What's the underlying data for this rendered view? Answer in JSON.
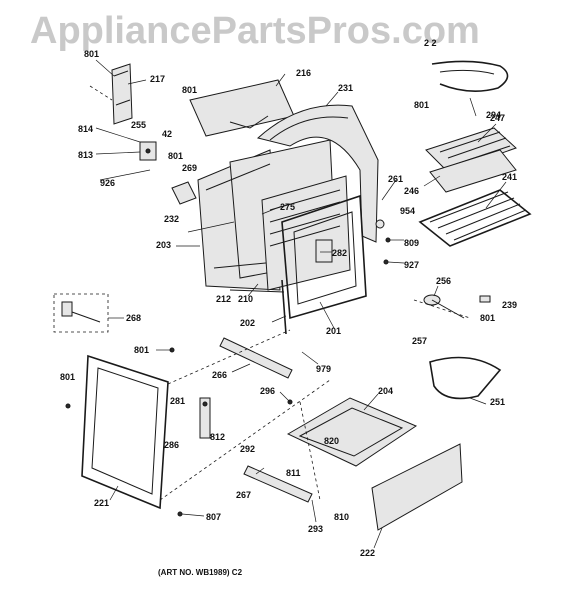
{
  "watermark": "AppliancePartsPros.com",
  "caption": "(ART NO. WB1989) C2",
  "callouts": {
    "c801a": "801",
    "c217": "217",
    "c216": "216",
    "c801b": "801",
    "c231": "231",
    "c814": "814",
    "c255": "255",
    "c42": "42",
    "c813": "813",
    "c801c": "801",
    "c926": "926",
    "c269": "269",
    "c232": "232",
    "c203": "203",
    "c275": "275",
    "c282": "282",
    "c212": "212",
    "c210": "210",
    "c202": "202",
    "c201": "201",
    "c22": "2 2",
    "c801d": "801",
    "c294": "294",
    "c247": "247",
    "c261": "261",
    "c246": "246",
    "c241": "241",
    "c954": "954",
    "c809": "809",
    "c927": "927",
    "c256": "256",
    "c239": "239",
    "c801e": "801",
    "c257": "257",
    "c251": "251",
    "c268": "268",
    "c801f": "801",
    "c266": "266",
    "c979": "979",
    "c801g": "801",
    "c296": "296",
    "c281": "281",
    "c812": "812",
    "c286": "286",
    "c204": "204",
    "c820": "820",
    "c292": "292",
    "c811": "811",
    "c267": "267",
    "c810": "810",
    "c293": "293",
    "c221": "221",
    "c807": "807",
    "c222": "222"
  }
}
